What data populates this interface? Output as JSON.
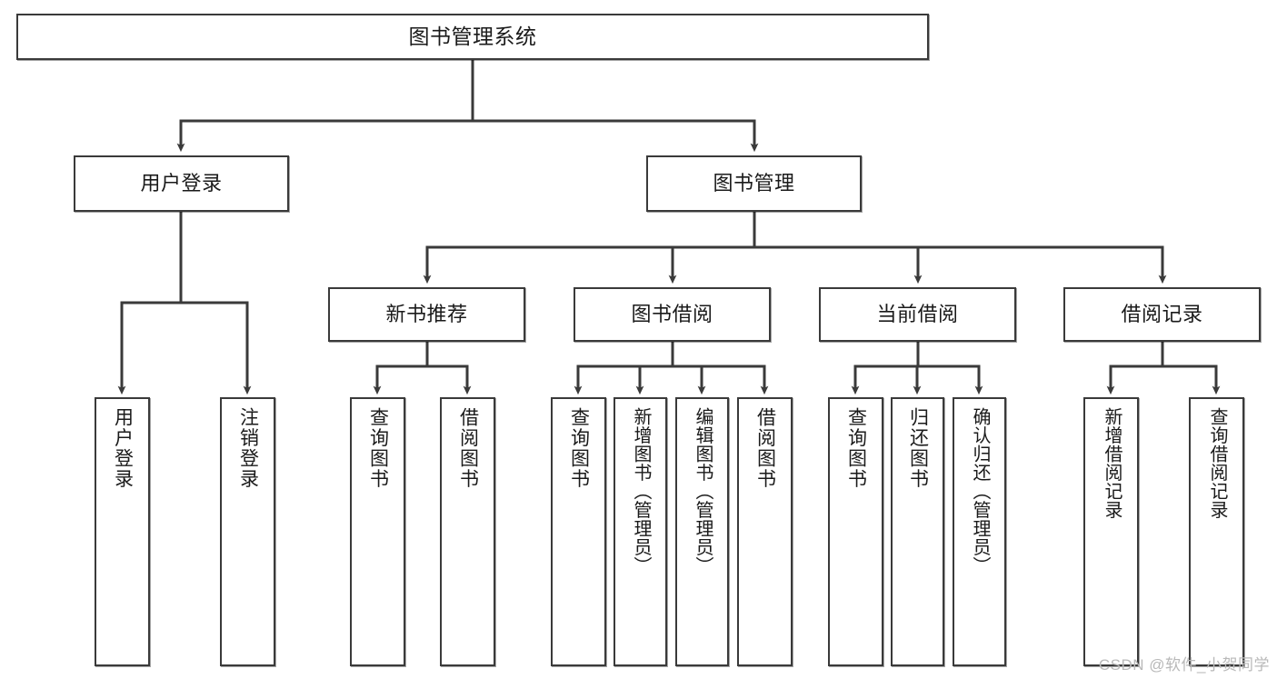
{
  "diagram": {
    "type": "tree-hierarchy-chart",
    "title": "图书管理系统",
    "watermark": "CSDN @软件_小贺同学",
    "stroke_color": "#3a3a3a",
    "fill_color": "#ffffff",
    "text_color": "#1a1a1a",
    "nodes": {
      "root": {
        "label": "图书管理系统"
      },
      "level2": [
        {
          "label": "用户登录"
        },
        {
          "label": "图书管理"
        }
      ],
      "level3": [
        {
          "label": "新书推荐"
        },
        {
          "label": "图书借阅"
        },
        {
          "label": "当前借阅"
        },
        {
          "label": "借阅记录"
        }
      ],
      "leaves": {
        "user_login": [
          {
            "label": "用户登录"
          },
          {
            "label": "注销登录"
          }
        ],
        "new_book_recommend": [
          {
            "label": "查询图书"
          },
          {
            "label": "借阅图书"
          }
        ],
        "book_borrow": [
          {
            "label": "查询图书"
          },
          {
            "label": "新增图书（管理员）"
          },
          {
            "label": "编辑图书（管理员）"
          },
          {
            "label": "借阅图书"
          }
        ],
        "current_borrow": [
          {
            "label": "查询图书"
          },
          {
            "label": "归还图书"
          },
          {
            "label": "确认归还（管理员）"
          }
        ],
        "borrow_record": [
          {
            "label": "新增借阅记录"
          },
          {
            "label": "查询借阅记录"
          }
        ]
      }
    }
  }
}
